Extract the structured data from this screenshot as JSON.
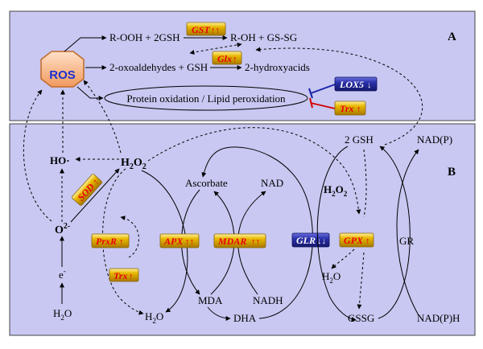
{
  "panels": {
    "a_label": "A",
    "b_label": "B"
  },
  "ros": "ROS",
  "panel_a": {
    "row1_left": "R-OOH + 2GSH",
    "row1_right": "R-OH + GS-SG",
    "row2_left": "2-oxoaldehydes + GSH",
    "row2_right": "2-hydroxyacids",
    "ellipse_text": "Protein oxidation / Lipid peroxidation"
  },
  "enzymes": {
    "gst": "GST",
    "glx": "Glx",
    "lox5": "LOX5",
    "trx_a": "Trx",
    "sod": "SOD",
    "prxr": "PrxR",
    "trx_b": "Trx",
    "apx": "APX",
    "mdar": "MDAR",
    "glr": "GLR",
    "gpx": "GPX"
  },
  "panel_b": {
    "ho": "HO·",
    "h2o2_main": "H",
    "h2o2_sub2": "2",
    "h2o2_o": "O",
    "o2": "O",
    "o2_sup": "2-",
    "electron": "e",
    "electron_sup": "-",
    "h2o_bottom": "H",
    "h2o_bottom_sub": "2",
    "h2o_bottom_o": "O",
    "h2o_apx": "H",
    "h2o_apx_sub": "2",
    "h2o_apx_o": "O",
    "ascorbate": "Ascorbate",
    "nad": "NAD",
    "mda": "MDA",
    "nadh": "NADH",
    "dha": "DHA",
    "gsh2": "2 GSH",
    "h2o2_mid": "H",
    "h2o2_mid_sub": "2",
    "h2o2_mid_o": "O",
    "h2o2_mid_sub2": "2",
    "h2o_gpx": "H",
    "h2o_gpx_sub": "2",
    "h2o_gpx_o": "O",
    "gssg": "GSSG",
    "gr": "GR",
    "nadp": "NAD(P)",
    "nadph": "NAD(P)H"
  },
  "colors": {
    "panel_bg": "#c8c8f2",
    "enzyme_gold": "#e8b800",
    "glr_blue": "#2a2fa8",
    "ros_fill": "#f4b183",
    "ros_text": "#1a2fd4",
    "inhibit_blue": "#1a22a8",
    "inhibit_red": "#d40000"
  }
}
